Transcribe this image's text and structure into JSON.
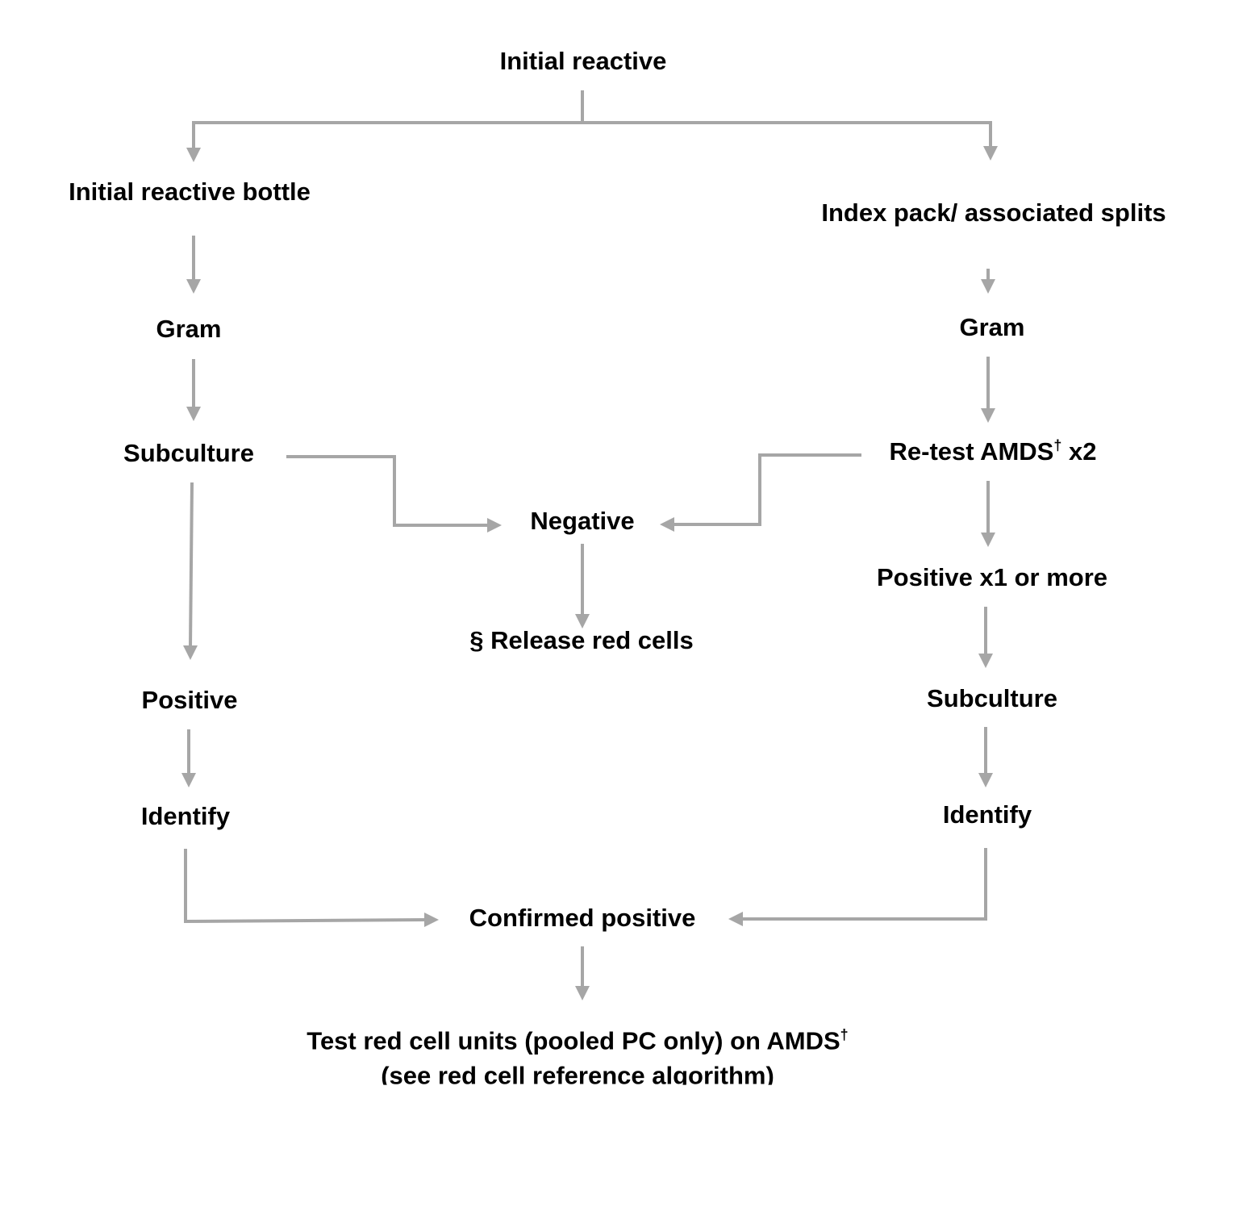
{
  "nodes": {
    "initial_reactive": "Initial reactive",
    "initial_reactive_bottle": "Initial reactive bottle",
    "index_pack": "Index pack/ associated splits",
    "gram_left": "Gram",
    "gram_right": "Gram",
    "subculture_left": "Subculture",
    "retest": "Re-test AMDS",
    "retest_suffix": " x2",
    "negative": "Negative",
    "release": "§ Release red cells",
    "positive_x1": "Positive x1 or more",
    "positive_left": "Positive",
    "subculture_right": "Subculture",
    "identify_left": "Identify",
    "identify_right": "Identify",
    "confirmed_positive": "Confirmed positive",
    "test_red_cells": "Test red cell units (pooled PC only) on AMDS",
    "see_reference": "(see red cell reference algorithm)"
  },
  "symbols": {
    "dagger": "†"
  },
  "colors": {
    "connector": "#a6a6a6",
    "text": "#000000",
    "background": "#ffffff"
  }
}
